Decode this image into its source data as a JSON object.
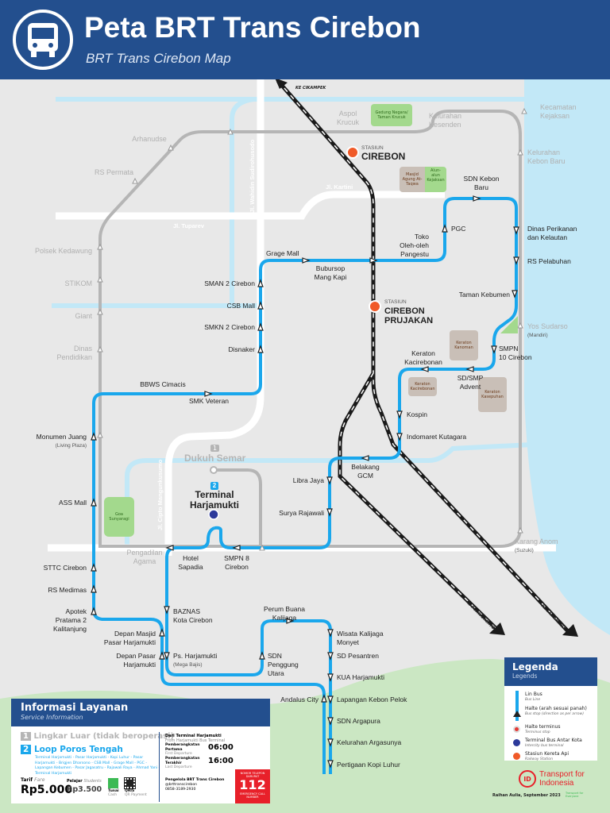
{
  "header": {
    "title": "Peta BRT Trans Cirebon",
    "subtitle": "BRT Trans Cirebon Map",
    "icon": "bus-icon"
  },
  "colors": {
    "header": "#234f8e",
    "line1": "#b5b5b5",
    "line2": "#1aa7ec",
    "sea": "#c2e8f7",
    "rail": "#1a1a1a",
    "terminus": "#e53935"
  },
  "roads": {
    "kartini": "Jl. Kartini",
    "tuparev": "Jl. Tuparev",
    "wahidin": "Jl. Wahidin Sudirohusodo",
    "cipto": "Jl. Cipto Mangunkusumo"
  },
  "rail": {
    "north": "KE CIKAMPEK",
    "southwest": "KE PURWOKERTO",
    "southeast": "KE SEMARANG"
  },
  "stations": {
    "cirebon": {
      "pre": "STASIUN",
      "name": "CIREBON"
    },
    "prujakan": {
      "pre": "STASIUN",
      "name1": "CIREBON",
      "name2": "PRUJAKAN"
    }
  },
  "landmarks": {
    "gedung_negara": "Gedung Negara/ Taman Krucuk",
    "masjid": "Masjid Agung At-Taqwa",
    "alun_alun": "Alun-alun Kejaksan",
    "kanoman": "Keraton Kanoman",
    "kacirebonan": "Keraton Kacirebonan",
    "kasepuhan": "Keraton Kasepuhan",
    "sunyaragi": "Goa Sunyaragi"
  },
  "terminal": {
    "name1": "Terminal",
    "name2": "Harjamukti",
    "badge": "2"
  },
  "dukuh_semar": {
    "name": "Dukuh Semar",
    "badge": "1"
  },
  "line2_stops": {
    "grage": "Grage Mall",
    "bubursop1": "Bubursop",
    "bubursop2": "Mang Kapi",
    "toko1": "Toko",
    "toko2": "Oleh-oleh",
    "toko3": "Pangestu",
    "pgc": "PGC",
    "sdn_kb1": "SDN Kebon",
    "sdn_kb2": "Baru",
    "dinas1": "Dinas Perikanan",
    "dinas2": "dan Kelautan",
    "rs_pel": "RS Pelabuhan",
    "taman": "Taman Kebumen",
    "smpn10a": "SMPN",
    "smpn10b": "10 Cirebon",
    "kerkac1": "Keraton",
    "kerkac2": "Kacirebonan",
    "advent1": "SD/SMP",
    "advent2": "Advent",
    "kospin": "Kospin",
    "indomaret": "Indomaret Kutagara",
    "gcm1": "Belakang",
    "gcm2": "GCM",
    "libra": "Libra Jaya",
    "surya": "Surya Rajawali",
    "smpn8a": "SMPN 8",
    "smpn8b": "Cirebon",
    "hotel1": "Hotel",
    "hotel2": "Sapadia",
    "baznas1": "BAZNAS",
    "baznas2": "Kota Cirebon",
    "psh1": "Ps. Harjamukti",
    "psh2": "(Mega Bajis)",
    "sdn_pu1": "SDN",
    "sdn_pu2": "Penggung",
    "sdn_pu3": "Utara",
    "perum1": "Perum Buana",
    "perum2": "Kalijaga",
    "wisata1": "Wisata Kalijaga",
    "wisata2": "Monyet",
    "sd_pes": "SD Pesantren",
    "kua": "KUA Harjamukti",
    "lapangan": "Lapangan Kebon Pelok",
    "sdn_arg": "SDN Argapura",
    "kel_arg": "Kelurahan Argasunya",
    "kopi": "Pertigaan Kopi Luhur",
    "andalus": "Andalus City",
    "dmasjid1": "Depan Masjid",
    "dmasjid2": "Pasar Harjamukti",
    "dpasar1": "Depan Pasar",
    "dpasar2": "Harjamukti",
    "apotek1": "Apotek",
    "apotek2": "Pratama 2",
    "apotek3": "Kalitanjung",
    "medimas": "RS Medimas",
    "sttc": "STTC Cirebon",
    "ass": "ASS Mall",
    "monumen": "Monumen Juang",
    "monumen_sub": "(Living Plaza)",
    "bbws": "BBWS Cimacis",
    "smk_vet": "SMK Veteran",
    "disnaker": "Disnaker",
    "smkn2": "SMKN 2 Cirebon",
    "csb": "CSB Mall",
    "sman2": "SMAN 2 Cirebon"
  },
  "line1_stops": {
    "aspol1": "Aspol",
    "aspol2": "Krucuk",
    "kesenden1": "Kelurahan",
    "kesenden2": "Kesenden",
    "kejaksan1": "Kecamatan",
    "kejaksan2": "Kejaksan",
    "kebonbaru1": "Kelurahan",
    "kebonbaru2": "Kebon Baru",
    "yos": "Yos Sudarso",
    "yos_sub": "(Mandiri)",
    "karang": "Karang Anom",
    "karang_sub": "(Suzuki)",
    "pengadilan1": "Pengadilan",
    "pengadilan2": "Agama",
    "dinas1": "Dinas",
    "dinas2": "Pendidikan",
    "giant": "Giant",
    "stikom": "STIKOM",
    "polsek": "Polsek Kedawung",
    "rs_permata": "RS Permata",
    "arhanudse": "Arhanudse"
  },
  "info": {
    "title": "Informasi Layanan",
    "subtitle": "Service Information",
    "route1_no": "1",
    "route1": "Lingkar Luar (tidak beroperasi)",
    "route2_no": "2",
    "route2": "Loop Poros Tengah",
    "route2_desc": "Terminal Harjamukti - Pasar Harjamukti - Kopi Luhur - Pasar Harjamukti - Brigjen Dharsono - CSB Mall - Grage Mall - PGC - Lapangan Kebumen - Pasar Jagasatru - Rajawali Raya - Ahmad Yani - Terminal Harjamukti",
    "fare_label": "Tarif",
    "fare_label_en": "Fare",
    "fare": "Rp5.000",
    "student_label": "Pelajar",
    "student_label_en": "Students",
    "student_fare": "Rp3.500",
    "cash": "Tunai",
    "cash_en": "Cash",
    "qris": "QRIS",
    "qris_en": "QR Payment",
    "from": "Dari Terminal Harjamukti",
    "from_en": "From Harjamukti Bus Terminal",
    "first_label": "Pemberangkatan Pertama",
    "first_en": "First Departure",
    "first": "06:00",
    "last_label": "Pemberangkatan Terakhir",
    "last_en": "Last Departure",
    "last": "16:00",
    "operator": "Pengelola BRT Trans Cirebon",
    "social": "@brttranscirebon",
    "phone": "0858-3189-2930",
    "emergency_top": "NOMOR TELEPON DARURAT",
    "emergency": "112",
    "emergency_bottom": "EMERGENCY CALL NUMBER"
  },
  "legend": {
    "title": "Legenda",
    "subtitle": "Legends",
    "items": [
      {
        "label": "Lin Bus",
        "sub": "Bus Line"
      },
      {
        "label": "Halte (arah sesuai panah)",
        "sub": "Bus stop (direction as per arrow)"
      },
      {
        "label": "Halte terminus",
        "sub": "Terminus stop"
      },
      {
        "label": "Terminal Bus Antar Kota",
        "sub": "Intercity bus terminal"
      },
      {
        "label": "Stasiun Kereta Api",
        "sub": "Railway Station"
      }
    ]
  },
  "credits": {
    "brand1": "Transport for",
    "brand2": "Indonesia",
    "brand_logo": "ID",
    "author": "Raihan Aulia, September 2023",
    "partner": "Transport for Everyone"
  }
}
